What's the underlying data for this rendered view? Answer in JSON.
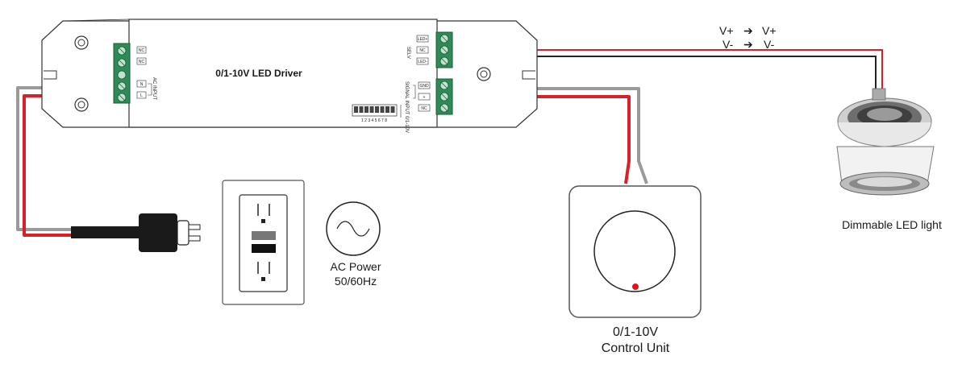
{
  "driver": {
    "title": "0/1-10V LED Driver",
    "input_terminals": [
      "NC",
      "NC",
      "N",
      "L"
    ],
    "input_label": "AC INPUT",
    "output_label": "SELV",
    "output_terminals": [
      "LED+",
      "NC",
      "LED-"
    ],
    "dim_terminals": [
      "GND",
      "+",
      "NC"
    ],
    "dim_label": "SIGNAL INPUT 0/1-10V",
    "dip_numbers": "1 2 3 4 5 6 7 8"
  },
  "wiring": {
    "vplus": "V+",
    "vminus": "V-",
    "arrow": "➔"
  },
  "ac_power": {
    "line1": "AC Power",
    "line2": "50/60Hz"
  },
  "control_unit": {
    "line1": "0/1-10V",
    "line2": "Control Unit"
  },
  "led_light": {
    "label": "Dimmable LED light"
  },
  "colors": {
    "live_wire": "#d9202a",
    "neutral_wire": "#9a9a9a",
    "black_wire": "#222222",
    "terminal_green": "#2e8b57",
    "outline": "#333333"
  }
}
